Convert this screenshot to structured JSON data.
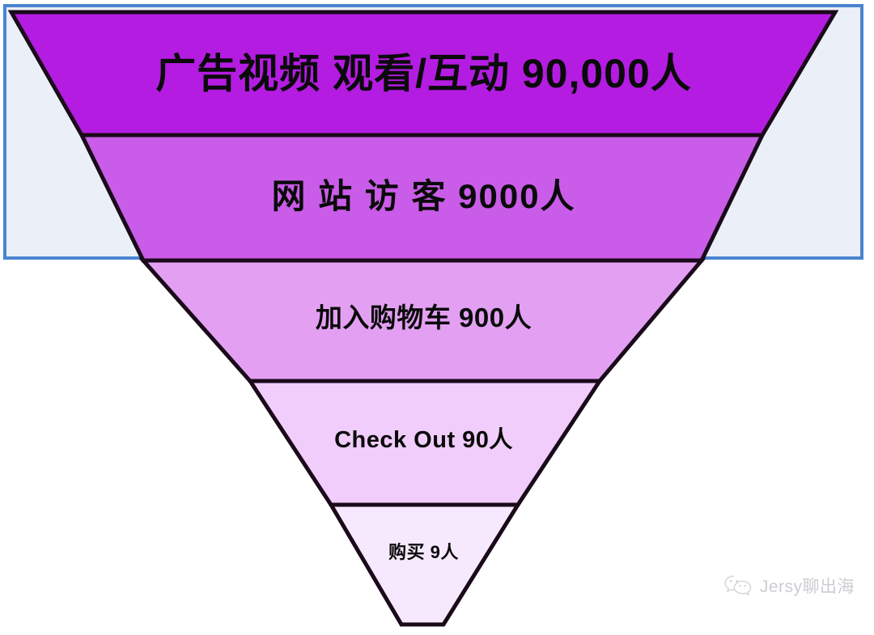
{
  "diagram": {
    "type": "funnel",
    "title": "",
    "stages": [
      {
        "label": "广告视频 观看/互动  90,000人",
        "name": "广告视频 观看/互动",
        "value": 90000,
        "unit": "人",
        "color": "#b41ce2"
      },
      {
        "label": "网 站 访 客  9000人",
        "name": "网站访客",
        "value": 9000,
        "unit": "人",
        "color": "#c95ce8"
      },
      {
        "label": "加入购物车  900人",
        "name": "加入购物车",
        "value": 900,
        "unit": "人",
        "color": "#e3a0f2"
      },
      {
        "label": "Check Out 90人",
        "name": "Check Out",
        "value": 90,
        "unit": "人",
        "color": "#f0cdfa"
      },
      {
        "label": "购买 9人",
        "name": "购买",
        "value": 9,
        "unit": "人",
        "color": "#f7e9fd"
      }
    ],
    "outline_color": "#1a0a1a",
    "selection": {
      "border_color": "#4a84d0",
      "fill_color": "#eaeff8",
      "covers_stages": [
        "广告视频 观看/互动",
        "网站访客"
      ]
    }
  },
  "watermark": {
    "text": "Jersy聊出海",
    "icon": "wechat-icon",
    "color": "#b9b9c2"
  },
  "chart_data": {
    "type": "funnel",
    "title": "",
    "categories": [
      "广告视频 观看/互动",
      "网站访客",
      "加入购物车",
      "Check Out",
      "购买"
    ],
    "values": [
      90000,
      9000,
      900,
      90,
      9
    ],
    "value_labels": [
      "90,000人",
      "9000人",
      "900人",
      "90人",
      "9人"
    ],
    "colors": [
      "#b41ce2",
      "#c95ce8",
      "#e3a0f2",
      "#f0cdfa",
      "#f7e9fd"
    ],
    "xlabel": "",
    "ylabel": "",
    "orientation": "inverted-pyramid"
  }
}
